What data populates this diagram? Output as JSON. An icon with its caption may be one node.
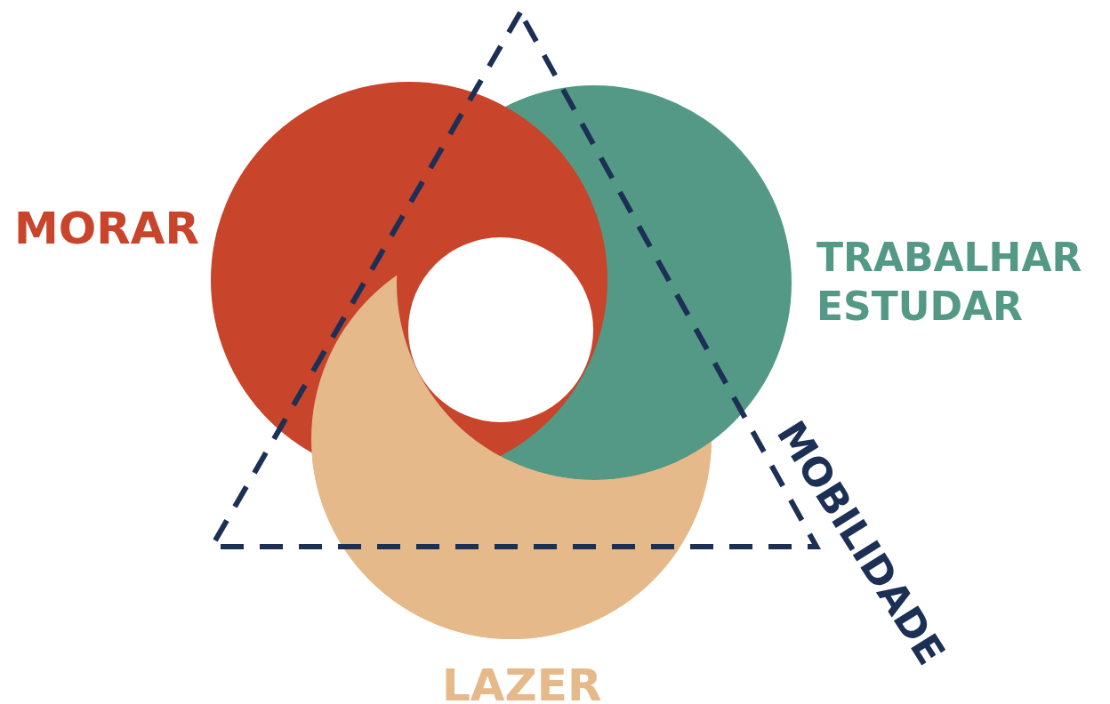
{
  "diagram": {
    "labels": [
      "MORAR",
      "TRABALHAR ESTUDAR",
      "LAZER",
      "MOBILIDADE"
    ]
  }
}
